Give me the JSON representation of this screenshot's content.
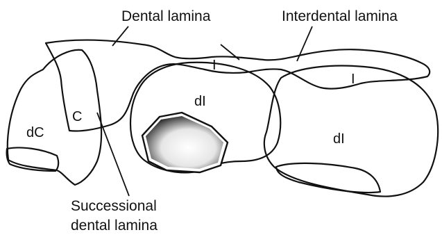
{
  "labels": {
    "dental_lamina": "Dental lamina",
    "interdental_lamina": "Interdental lamina",
    "successional_line1": "Successional",
    "successional_line2": "dental lamina",
    "lamina_I_center": "I",
    "lamina_I_right": "I",
    "lamina_C": "C",
    "tooth_dC": "dC",
    "tooth_dI_center": "dI",
    "tooth_dI_right": "dI"
  },
  "colors": {
    "lamina_fill": "#c8c8c8",
    "tooth_fill": "#ffffff",
    "shadow": "#555555",
    "outline": "#111111"
  }
}
